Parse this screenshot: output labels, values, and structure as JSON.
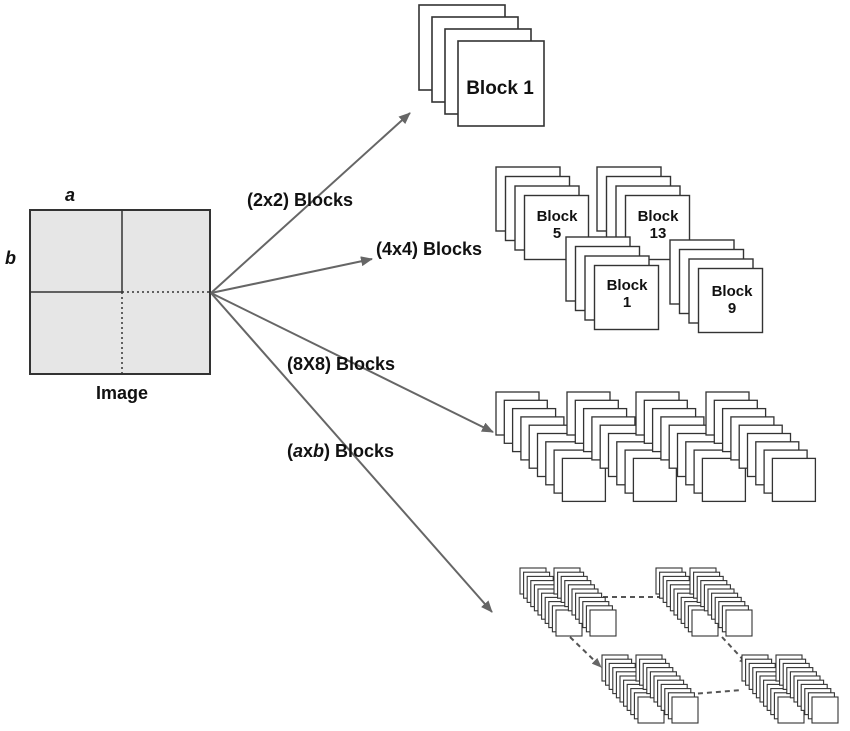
{
  "image": {
    "dim_a": "a",
    "dim_b": "b",
    "caption": "Image"
  },
  "branches": {
    "b2": "(2x2) Blocks",
    "b4": "(4x4) Blocks",
    "b8": "(8X8) Blocks",
    "ab_prefix": "(",
    "ab_a": "a",
    "ab_x": "x",
    "ab_b": "b",
    "ab_suffix": ") Blocks"
  },
  "stacks": {
    "s2": "Block 1",
    "s4_tl_l1": "Block",
    "s4_tl_l2": "5",
    "s4_tr_l1": "Block",
    "s4_tr_l2": "13",
    "s4_bl_l1": "Block",
    "s4_bl_l2": "1",
    "s4_br_l1": "Block",
    "s4_br_l2": "9"
  },
  "colors": {
    "image_fill": "#e6e6e6",
    "stroke": "#333333",
    "arrow": "#666666"
  }
}
